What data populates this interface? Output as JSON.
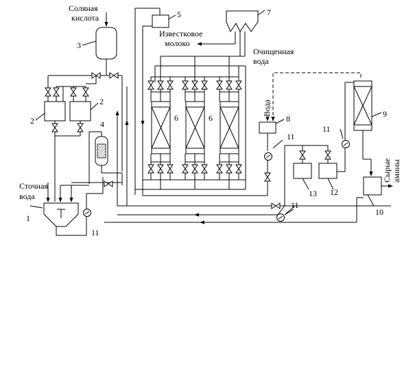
{
  "labels": {
    "hydrochloric_acid_line1": "Соляная",
    "hydrochloric_acid_line2": "кислота",
    "lime_milk_line1": "Известковое",
    "lime_milk_line2": "молоко",
    "purified_water_line1": "Очищенная",
    "purified_water_line2": "вода",
    "water": "Вода",
    "wastewater_line1": "Сточная",
    "wastewater_line2": "вода",
    "crude_amines_line1": "Сырые",
    "crude_amines_line2": "амины"
  },
  "numbers": {
    "n1": "1",
    "n2a": "2",
    "n2b": "2",
    "n3": "3",
    "n4": "4",
    "n5": "5",
    "n6a": "6",
    "n6b": "6",
    "n7": "7",
    "n8": "8",
    "n9": "9",
    "n10": "10",
    "n11a": "11",
    "n11b": "11",
    "n11c": "11",
    "n11d": "11",
    "n12": "12",
    "n13": "13"
  },
  "colors": {
    "line": "#000000",
    "background": "#ffffff"
  }
}
